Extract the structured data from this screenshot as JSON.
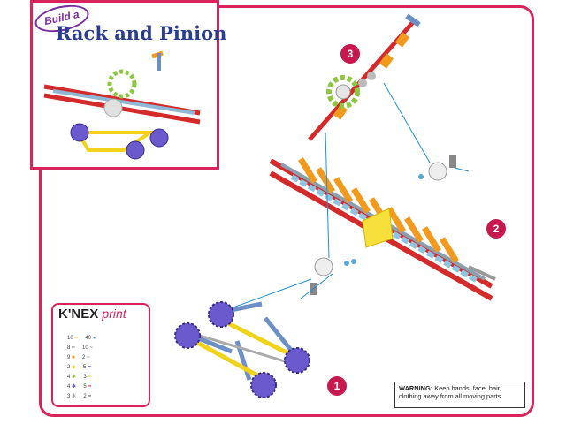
{
  "header": {
    "badge": "Build a",
    "title": "Rack and Pinion"
  },
  "steps": [
    "1",
    "2",
    "3"
  ],
  "legend": {
    "brand": "K'NEX",
    "sub": "print",
    "rows": [
      {
        "qty": "10",
        "qty2": "40"
      },
      {
        "qty": "8",
        "qty2": "10"
      },
      {
        "qty": "9",
        "qty2": "2"
      },
      {
        "qty": "2",
        "qty2": "5"
      },
      {
        "qty": "4",
        "qty2": "3"
      },
      {
        "qty": "4",
        "qty2": "5"
      },
      {
        "qty": "3",
        "qty2": "2"
      }
    ]
  },
  "warning": {
    "label": "WARNING:",
    "text": "Keep hands, face, hair, clothing away from all moving parts."
  },
  "colors": {
    "accent": "#d8245a",
    "title": "#2b3d8f",
    "purple": "#7b3fa0",
    "red": "#d42a2a",
    "blue": "#1e90d6"
  }
}
